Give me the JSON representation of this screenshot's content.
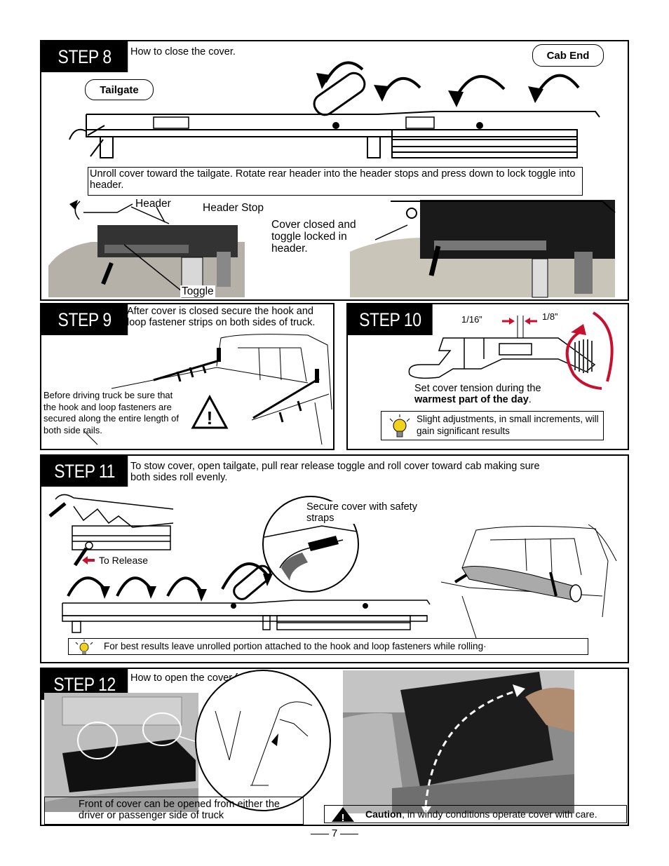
{
  "step8": {
    "title": "STEP 8",
    "subtitle": "How to close the cover.",
    "label_tailgate": "Tailgate",
    "label_cab_end": "Cab End",
    "instruction": "Unroll cover toward the tailgate. Rotate rear header into the header stops and press down to lock toggle into header.",
    "label_header": "Header",
    "label_header_stop": "Header Stop",
    "label_toggle": "Toggle",
    "label_closed": "Cover closed and toggle locked in header."
  },
  "step9": {
    "title": "STEP 9",
    "instruction": "After cover is closed secure the hook and loop fastener strips on both sides of truck.",
    "note": "Before driving truck be sure that the hook and loop fasteners are secured along the entire length of both side rails."
  },
  "step10": {
    "title": "STEP 10",
    "label_left": "1/16”",
    "label_right": "1/8”",
    "instruction_pre": "Set cover tension during the",
    "instruction_bold": "warmest part of the day",
    "instruction_post": ".",
    "tip": "Slight adjustments, in small increments, will gain significant results"
  },
  "step11": {
    "title": "STEP 11",
    "instruction": "To stow cover, open tailgate, pull rear release toggle and roll cover toward cab making sure both sides roll evenly.",
    "label_release": "To Release",
    "label_straps": "Secure cover with safety straps",
    "tip": "For best results leave unrolled portion attached to the hook and loop fasteners while rolling·"
  },
  "step12": {
    "title": "STEP 12",
    "subtitle": "How to open the cover front.",
    "note": "Front of cover can be opened from either the driver or passenger side of truck",
    "caution_bold": "Caution",
    "caution_rest": ", in windy conditions operate cover with care."
  },
  "footer": {
    "page_number": "7"
  },
  "colors": {
    "accent_red": "#c8102e",
    "tip_yellow": "#f2d21b"
  }
}
